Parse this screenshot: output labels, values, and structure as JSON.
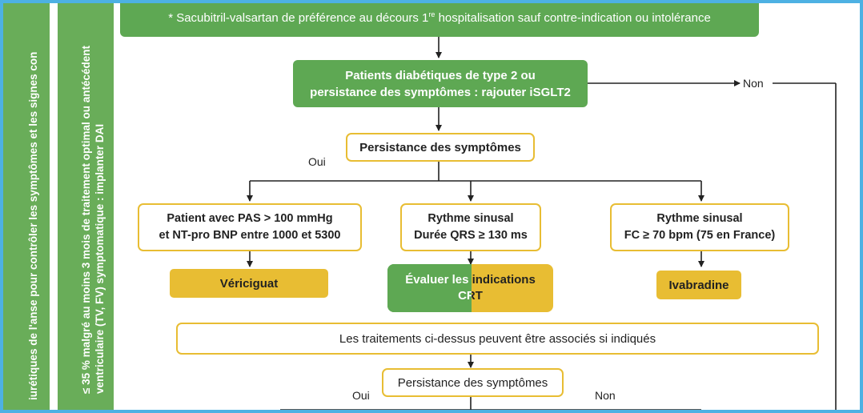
{
  "sidebar": {
    "col1": "iurétiques de l'anse pour contrôler les symptômes et les signes con",
    "col2_line1": "≤ 35 % malgré au moins 3 mois de traitement optimal ou antécédent",
    "col2_line2": "ventriculaire (TV, FV) symptomatique : implanter DAI"
  },
  "top_note": "* Sacubitril-valsartan de préférence au décours 1",
  "top_note_sup": "re",
  "top_note_end": " hospitalisation sauf contre-indication ou intolérance",
  "diabetes_box": {
    "line1": "Patients diabétiques de type 2 ou",
    "line2": "persistance des symptômes : rajouter iSGLT2"
  },
  "labels": {
    "non1": "Non",
    "oui1": "Oui",
    "oui2": "Oui",
    "non2": "Non"
  },
  "persist1": "Persistance des symptômes",
  "branch_left": {
    "line1": "Patient avec PAS > 100 mmHg",
    "line2": "et NT-pro BNP entre 1000 et 5300"
  },
  "branch_mid": {
    "line1": "Rythme sinusal",
    "line2": "Durée QRS ≥ 130 ms"
  },
  "branch_right": {
    "line1": "Rythme sinusal",
    "line2": "FC ≥ 70 bpm (75 en France)"
  },
  "result_left": "Vériciguat",
  "result_mid": {
    "line1": "Évaluer les indications",
    "line2": "CRT"
  },
  "result_right": "Ivabradine",
  "combined": "Les traitements ci-dessus peuvent être associés si indiqués",
  "persist2": "Persistance des symptômes",
  "colors": {
    "green": "#5ea853",
    "yellow": "#e8bd33",
    "frame_blue": "#4db1e3"
  }
}
